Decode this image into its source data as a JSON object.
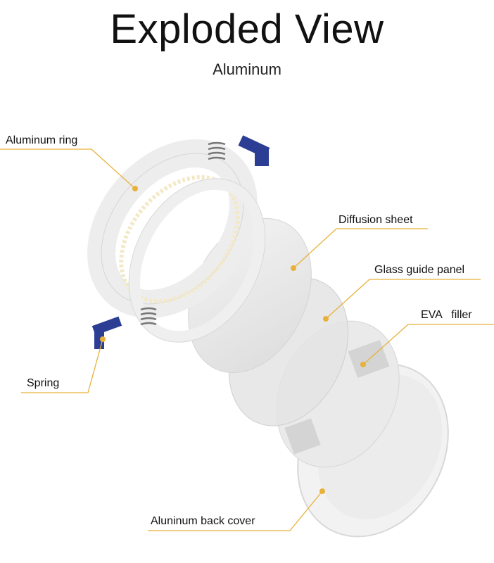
{
  "header": {
    "title": "Exploded View",
    "subtitle": "Aluminum"
  },
  "accent_color": "#e8b13a",
  "labels": {
    "aluminum_ring": "Aluminum ring",
    "diffusion_sheet": "Diffusion sheet",
    "glass_guide_panel": "Glass guide panel",
    "eva_filler": "EVA   filler",
    "spring": "Spring",
    "back_cover": "Aluninum back cover"
  }
}
